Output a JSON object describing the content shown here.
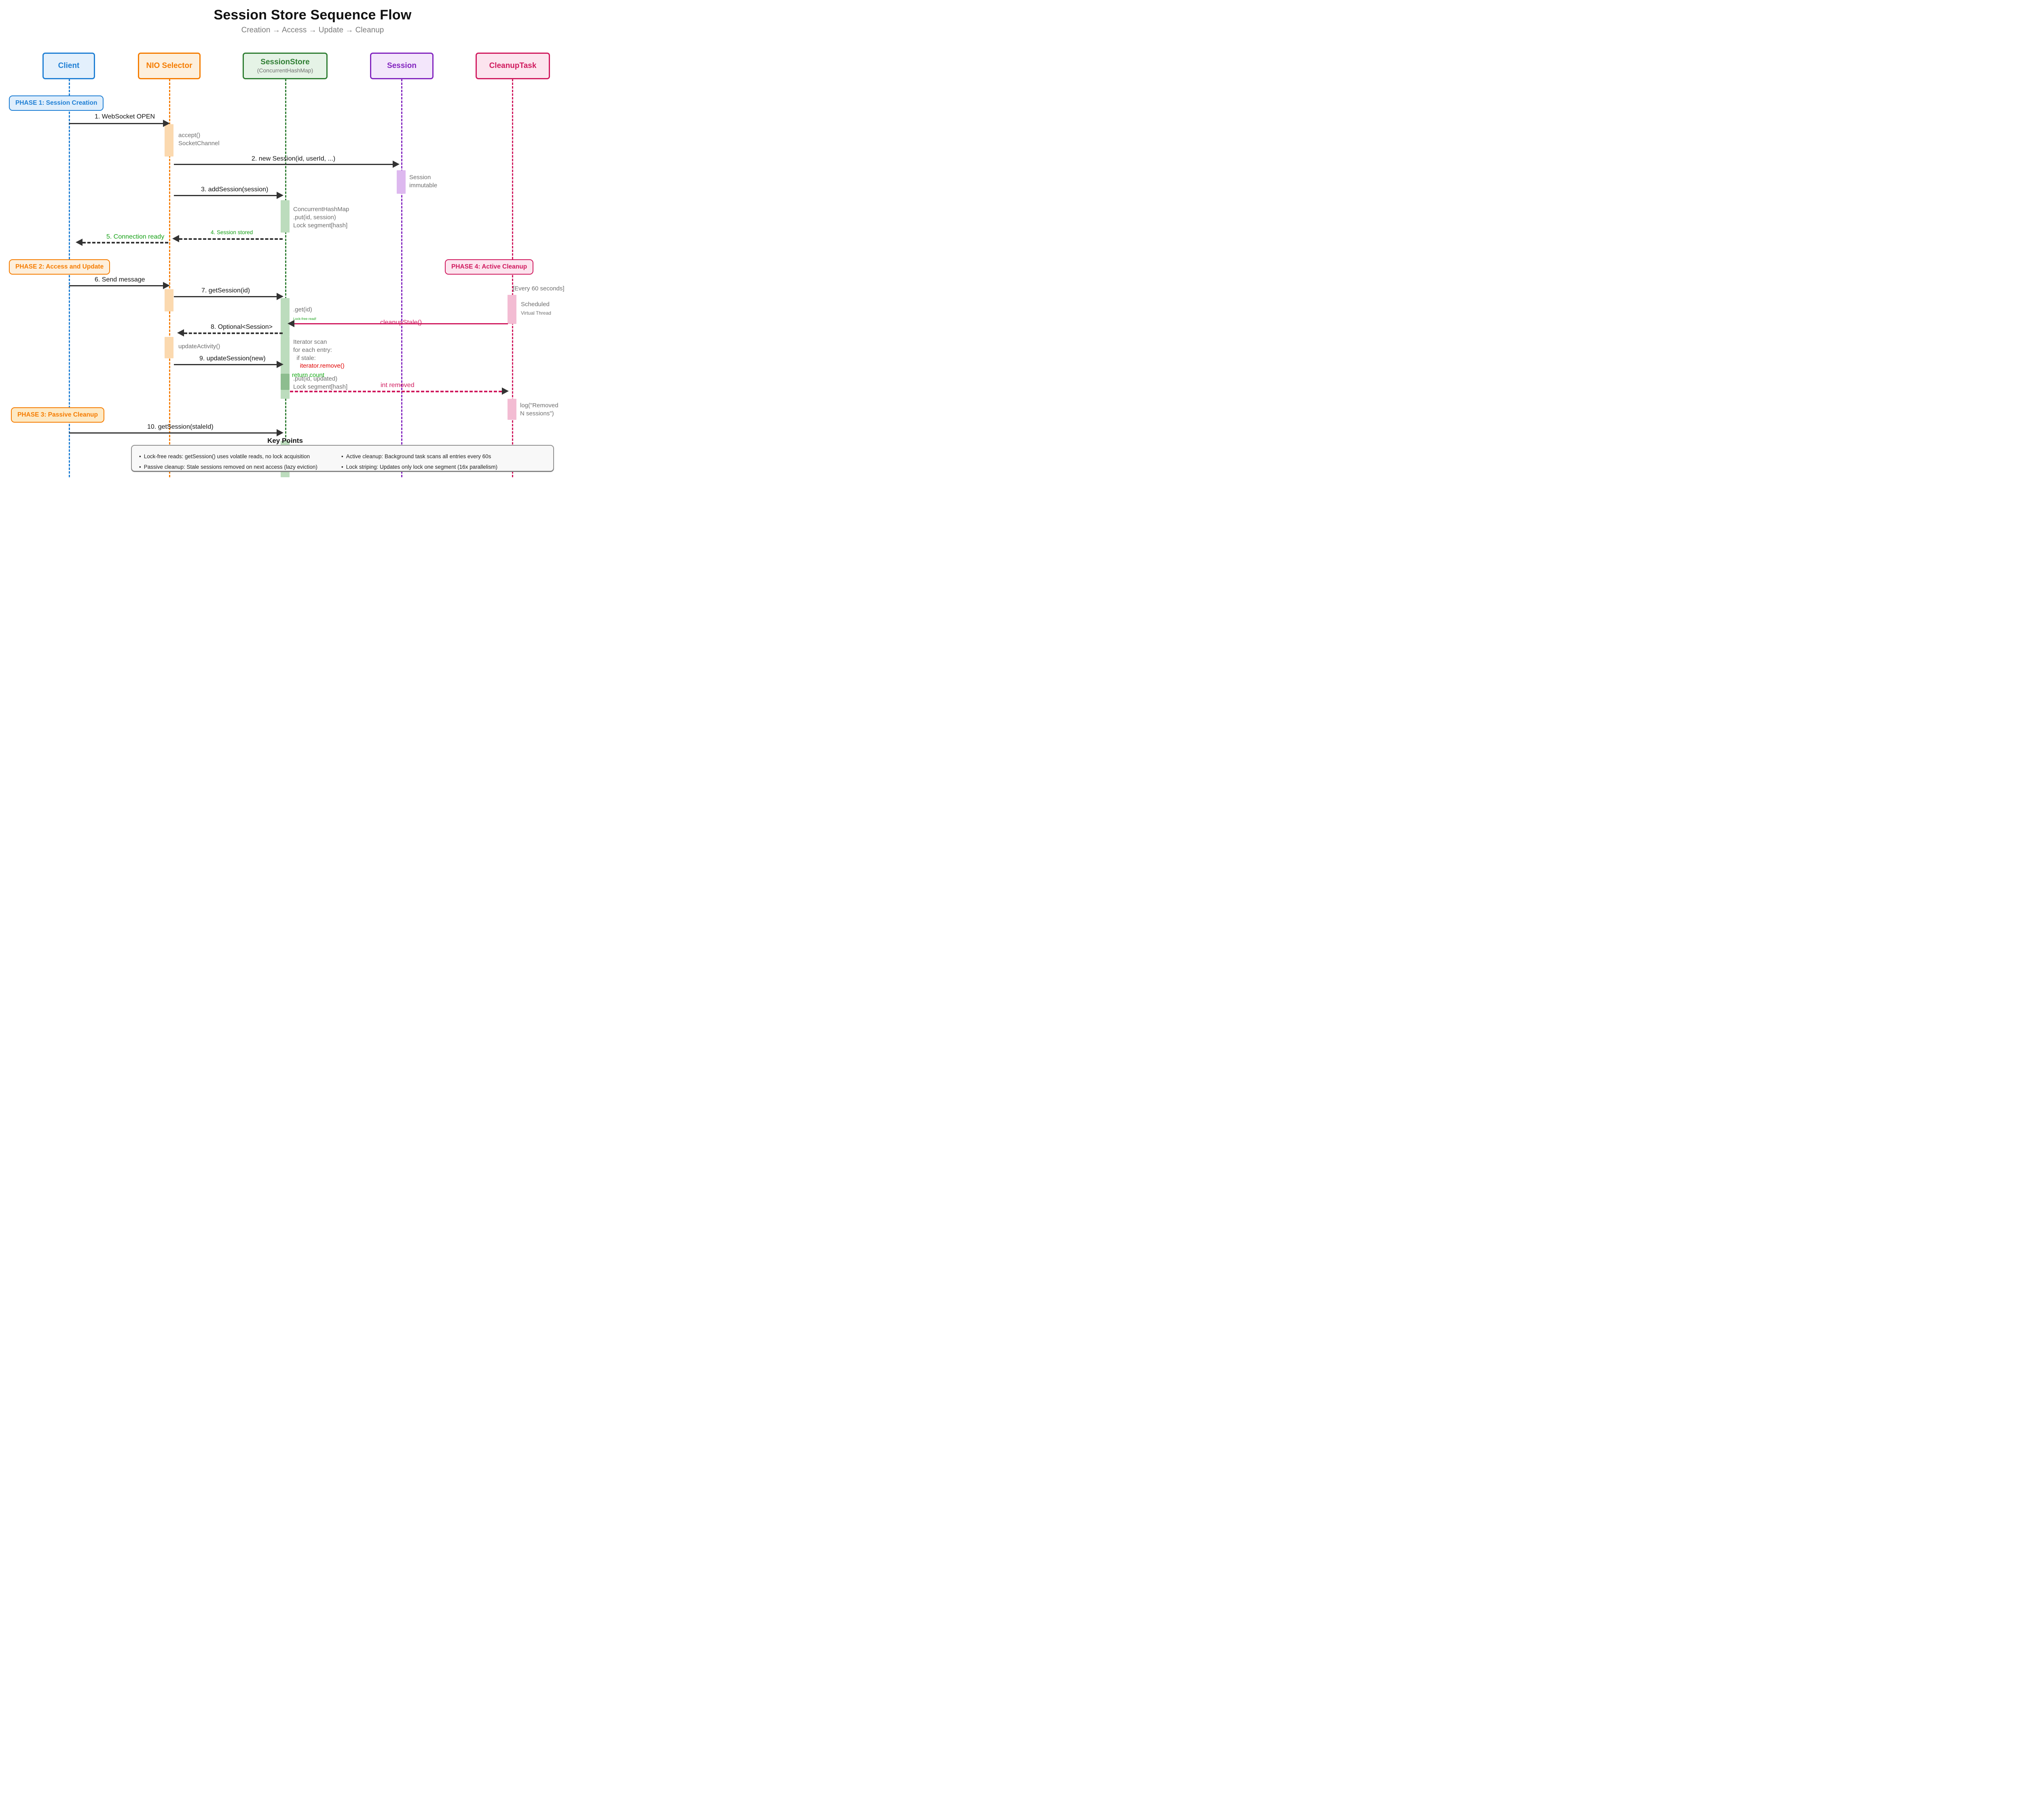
{
  "title": "Session Store Sequence Flow",
  "subtitle": "Creation → Access → Update → Cleanup",
  "colors": {
    "client": "#1f7fd4",
    "client_fill": "#e3f0fc",
    "selector": "#f57c00",
    "selector_fill": "#fdefdc",
    "store": "#2e7d32",
    "store_fill": "#e5f3e6",
    "session": "#8224bf",
    "session_fill": "#f3e6fb",
    "cleanup": "#d01a5e",
    "cleanup_fill": "#fce4ee",
    "arrow": "#333333",
    "note": "#6e6e6e",
    "green_text": "#15a015",
    "red_text": "#e00000"
  },
  "actors": [
    {
      "name": "Client",
      "sub": ""
    },
    {
      "name": "NIO Selector",
      "sub": ""
    },
    {
      "name": "SessionStore",
      "sub": "(ConcurrentHashMap)"
    },
    {
      "name": "Session",
      "sub": ""
    },
    {
      "name": "CleanupTask",
      "sub": ""
    }
  ],
  "phases": [
    {
      "label": "PHASE 1: Session Creation"
    },
    {
      "label": "PHASE 2: Access and Update"
    },
    {
      "label": "PHASE 3: Passive Cleanup"
    },
    {
      "label": "PHASE 4: Active Cleanup"
    }
  ],
  "messages": [
    {
      "label": "1. WebSocket OPEN"
    },
    {
      "label": "2. new Session(id, userId, ...)"
    },
    {
      "label": "3. addSession(session)"
    },
    {
      "label": "4. Session stored"
    },
    {
      "label": "5. Connection ready"
    },
    {
      "label": "6. Send message"
    },
    {
      "label": "7. getSession(id)"
    },
    {
      "label": "8. Optional<Session>"
    },
    {
      "label": "9. updateSession(new)"
    },
    {
      "label": "10. getSession(staleId)"
    },
    {
      "label": "cleanupStale()"
    },
    {
      "label": "int removed"
    }
  ],
  "notes": [
    {
      "id": "accept",
      "text": "accept()\nSocketChannel"
    },
    {
      "id": "immutable",
      "text": "Session\nimmutable"
    },
    {
      "id": "chm_put",
      "text": "ConcurrentHashMap\n.put(id, session)\nLock segment[hash]"
    },
    {
      "id": "get",
      "text": ".get(id)"
    },
    {
      "id": "lockfree",
      "text": "Lock-free read!"
    },
    {
      "id": "iterator",
      "text": "Iterator scan\nfor each entry:\n  if stale:"
    },
    {
      "id": "iter_remove",
      "text": "    iterator.remove()"
    },
    {
      "id": "return_count",
      "text": "return count"
    },
    {
      "id": "update_put",
      "text": ".put(id, updated)\nLock segment[hash]"
    },
    {
      "id": "update_act",
      "text": "updateActivity()"
    },
    {
      "id": "every60",
      "text": "[Every 60 seconds]"
    },
    {
      "id": "scheduled",
      "text": "Scheduled"
    },
    {
      "id": "vthread",
      "text": "Virtual Thread"
    },
    {
      "id": "log_removed",
      "text": "log(\"Removed\nN sessions\")"
    }
  ],
  "keypoints": {
    "title": "Key Points",
    "left": [
      "Lock-free reads: getSession() uses volatile reads, no lock acquisition",
      "Passive cleanup: Stale sessions removed on next access (lazy eviction)"
    ],
    "right": [
      "Active cleanup: Background task scans all entries every 60s",
      "Lock striping: Updates only lock one segment (16x parallelism)"
    ]
  }
}
